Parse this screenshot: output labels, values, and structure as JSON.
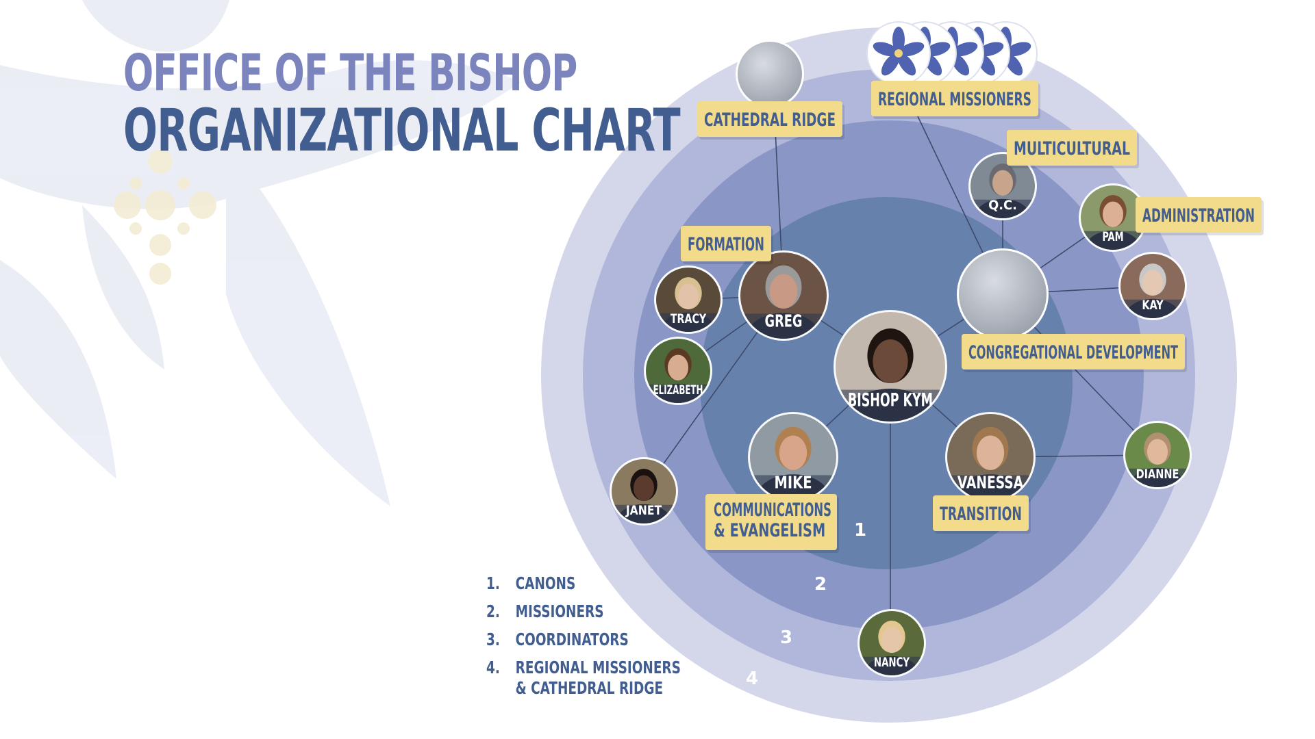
{
  "title": {
    "line1": "OFFICE OF THE BISHOP",
    "line2": "ORGANIZATIONAL CHART"
  },
  "rings": [
    {
      "label": "1",
      "color": "#6781ad"
    },
    {
      "label": "2",
      "color": "#8a97c6"
    },
    {
      "label": "3",
      "color": "#b1b7da"
    },
    {
      "label": "4",
      "color": "#d4d6ea"
    }
  ],
  "people": [
    {
      "id": "kym",
      "name": "BISHOP KYM"
    },
    {
      "id": "greg",
      "name": "GREG"
    },
    {
      "id": "mike",
      "name": "MIKE"
    },
    {
      "id": "vanessa",
      "name": "VANESSA"
    },
    {
      "id": "tracy",
      "name": "TRACY"
    },
    {
      "id": "elizabeth",
      "name": "ELIZABETH"
    },
    {
      "id": "janet",
      "name": "JANET"
    },
    {
      "id": "nancy",
      "name": "NANCY"
    },
    {
      "id": "qc",
      "name": "Q.C."
    },
    {
      "id": "pam",
      "name": "PAM"
    },
    {
      "id": "kay",
      "name": "KAY"
    },
    {
      "id": "dianne",
      "name": "DIANNE"
    }
  ],
  "departments": [
    {
      "id": "cathedral",
      "lines": [
        "CATHEDRAL RIDGE"
      ]
    },
    {
      "id": "regional",
      "lines": [
        "REGIONAL MISSIONERS"
      ]
    },
    {
      "id": "multicultural",
      "lines": [
        "MULTICULTURAL"
      ]
    },
    {
      "id": "administration",
      "lines": [
        "ADMINISTRATION"
      ]
    },
    {
      "id": "formation",
      "lines": [
        "FORMATION"
      ]
    },
    {
      "id": "congregational",
      "lines": [
        "CONGREGATIONAL DEVELOPMENT"
      ]
    },
    {
      "id": "communications",
      "lines": [
        "COMMUNICATIONS",
        "& EVANGELISM"
      ]
    },
    {
      "id": "transition",
      "lines": [
        "TRANSITION"
      ]
    }
  ],
  "legend": [
    {
      "num": "1.",
      "lines": [
        "CANONS"
      ]
    },
    {
      "num": "2.",
      "lines": [
        "MISSIONERS"
      ]
    },
    {
      "num": "3.",
      "lines": [
        "COORDINATORS"
      ]
    },
    {
      "num": "4.",
      "lines": [
        "REGIONAL MISSIONERS",
        "& CATHEDRAL RIDGE"
      ]
    }
  ],
  "colors": {
    "label_fill": "#f2dc8b",
    "label_text": "#425d8f",
    "connector": "#3d4a6a",
    "name_text": "#ffffff"
  }
}
